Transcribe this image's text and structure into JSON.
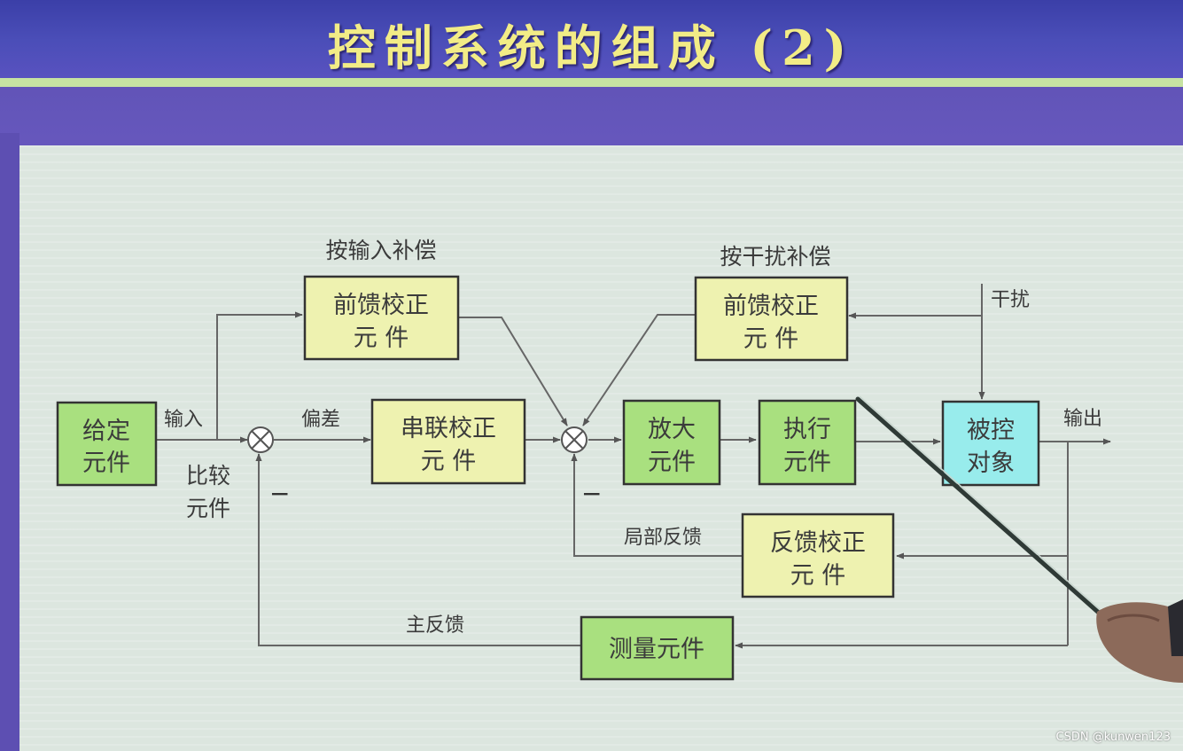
{
  "title": "控制系统的组成 (2)",
  "blocks": {
    "given": [
      "给定",
      "元件"
    ],
    "feedforward_input": [
      "前馈校正",
      "元    件"
    ],
    "feedforward_disturbance": [
      "前馈校正",
      "元    件"
    ],
    "series": [
      "串联校正",
      "元    件"
    ],
    "amplifier": [
      "放大",
      "元件"
    ],
    "actuator": [
      "执行",
      "元件"
    ],
    "plant": [
      "被控",
      "对象"
    ],
    "feedback": [
      "反馈校正",
      "元    件"
    ],
    "measure": "测量元件"
  },
  "labels": {
    "input_comp": "按输入补偿",
    "disturbance_comp": "按干扰补偿",
    "disturbance": "干扰",
    "input": "输入",
    "error": "偏差",
    "output": "输出",
    "comparator": [
      "比较",
      "元件"
    ],
    "local_feedback": "局部反馈",
    "main_feedback": "主反馈",
    "minus": "−"
  },
  "colors": {
    "green_box": "#a9e07f",
    "yellow_box": "#eef2b0",
    "plant_box": "#98ecec",
    "title": "#f2ec86",
    "title_rule": "#c7e3a2",
    "panel": "#dce6df"
  },
  "watermark": "CSDN @kunwen123"
}
